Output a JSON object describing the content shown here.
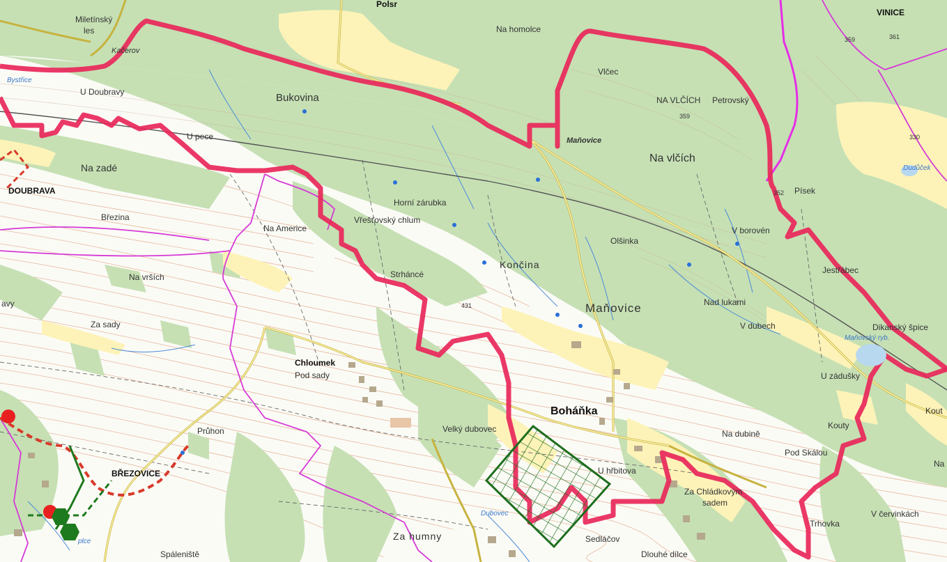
{
  "map": {
    "top_labels": [
      "Miletínský",
      "les",
      "Kačerov",
      "Bystřice",
      "Polsr",
      "Na homolce",
      "VINICE",
      "Dudůček"
    ],
    "place_labels": {
      "u_doubravy": "U Doubravy",
      "bukovina": "Bukovina",
      "u_pece": "U pece",
      "na_zade": "Na zadé",
      "doubrava": "DOUBRAVA",
      "brezina": "Březina",
      "na_americe": "Na Americe",
      "na_vrsich": "Na vrších",
      "za_sady": "Za sady",
      "horni_zarubka": "Horní zárubka",
      "vresovsky_chlum": "Vřešťovský chlum",
      "koncina": "Končina",
      "strhance": "Strháncé",
      "manovice_small": "Maňovice",
      "vlcec": "Vlčec",
      "na_vlcich_caps": "NA VLČÍCH",
      "petrovsky": "Petrovský",
      "na_vlcich": "Na vlčích",
      "pisek": "Písek",
      "olsinka": "Olšinka",
      "v_boroven": "V borovén",
      "jestrabec": "Jestřábec",
      "nad_lukami": "Nad lukami",
      "manovice_big": "Maňovice",
      "v_dubech": "V dubech",
      "dikansky_spice": "Dikanský špice",
      "manovsky_ryb": "Maňovský ryb.",
      "u_zadusky": "U zádušky",
      "kout": "Kout",
      "chloumek": "Chloumek",
      "pod_sady": "Pod sady",
      "bohanka": "Boháňka",
      "velky_dubovec": "Velký dubovec",
      "na_dubine": "Na dubině",
      "kouty": "Kouty",
      "pod_skalou": "Pod Skálou",
      "pruhon": "Průhon",
      "brezovice": "BŘEZOVICE",
      "u_hrbitova": "U hřbitova",
      "za_chladkovym_sadem_1": "Za Chládkovým",
      "za_chladkovym_sadem_2": "sadem",
      "na": "Na",
      "dubovec": "Dubovec",
      "trhovka": "Trhovka",
      "v_cervinkach": "V červinkách",
      "za_humny": "Za humny",
      "sedlacov": "Sedláčov",
      "dlouhe_dilce": "Dlouhé dílce",
      "spaleniste": "Spáleniště",
      "avy": "avy",
      "plce": "plce"
    },
    "heights": {
      "h361": "361",
      "h359a": "359",
      "h359b": "359",
      "h431": "431",
      "h352": "352",
      "h330": "330"
    },
    "colors": {
      "forest": "#c6e0b4",
      "field": "#ffffff",
      "meadow": "#fdf3b8",
      "boundary": "#e8275a",
      "admin": "#e62ee6",
      "grid_area": "#1e6e1e"
    }
  }
}
